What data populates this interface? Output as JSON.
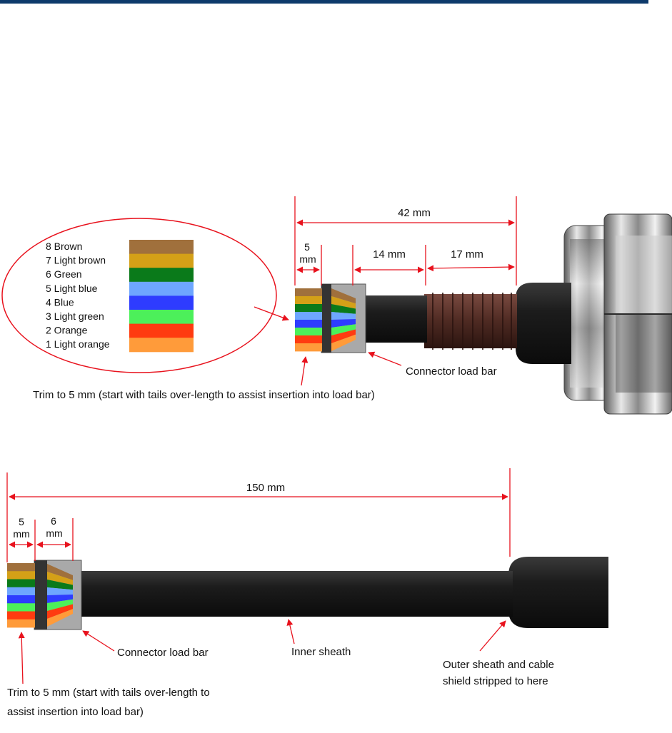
{
  "header": {
    "rule_color": "#0e3a6b"
  },
  "colors": {
    "annotation_red": "#e8121d",
    "sheath_black": "#1b1b1b",
    "load_bar_gray": "#a9a9a9",
    "load_bar_dark": "#333333",
    "braid_brown": "#4e2a22"
  },
  "wire_legend": {
    "items": [
      {
        "label": "8 Brown",
        "color": "#a0703c"
      },
      {
        "label": "7 Light brown",
        "color": "#d4a017"
      },
      {
        "label": "6 Green",
        "color": "#0a7a1a"
      },
      {
        "label": "5 Light blue",
        "color": "#6ea6ff"
      },
      {
        "label": "4 Blue",
        "color": "#2e3cff"
      },
      {
        "label": "3 Light green",
        "color": "#4cf05a"
      },
      {
        "label": "2 Orange",
        "color": "#ff3b10"
      },
      {
        "label": "1 Light orange",
        "color": "#ff9b3a"
      }
    ]
  },
  "top_diagram": {
    "dim_total": "42 mm",
    "dim_trim": "5",
    "dim_trim_unit": "mm",
    "dim_middle": "14 mm",
    "dim_braid": "17 mm",
    "callout_load_bar": "Connector load bar",
    "callout_trim": "Trim to 5 mm (start with tails over-length to assist insertion into load bar)"
  },
  "bottom_diagram": {
    "dim_total": "150 mm",
    "dim_trim": "5",
    "dim_trim_unit": "mm",
    "dim_load_bar": "6",
    "dim_load_bar_unit": "mm",
    "callout_load_bar": "Connector load bar",
    "callout_inner_sheath": "Inner sheath",
    "callout_outer_line1": "Outer sheath and cable",
    "callout_outer_line2": "shield stripped to here",
    "callout_trim_line1": "Trim to 5 mm (start with tails over-length to",
    "callout_trim_line2": "assist insertion into load bar)"
  }
}
